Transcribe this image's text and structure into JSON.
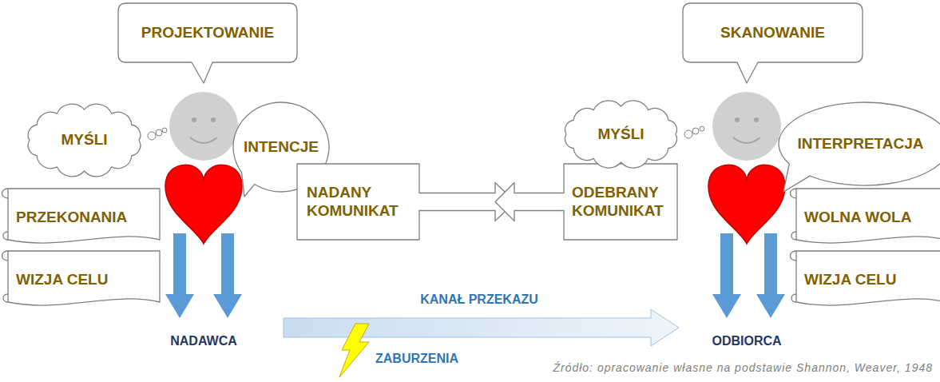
{
  "diagram": {
    "caption": "Źródło: opracowanie własne na podstawie Shannon, Weaver, 1948",
    "nodes": [
      {
        "text": [
          "PROJEKTOWANIE"
        ]
      },
      {
        "text": [
          "MYŚLI"
        ]
      },
      {
        "text": [
          "INTENCJE"
        ]
      },
      {
        "text": [
          "PRZEKONANIA"
        ]
      },
      {
        "text": [
          "WIZJA CELU"
        ]
      },
      {
        "text": [
          "NADANY KOMUNIKAT"
        ]
      },
      {
        "text": [
          "ODEBRANY KOMUNIKAT"
        ]
      },
      {
        "text": [
          "SKANOWANIE"
        ]
      },
      {
        "text": [
          "MYŚLI"
        ]
      },
      {
        "text": [
          "INTERPRETACJA"
        ]
      },
      {
        "text": [
          "WOLNA WOLA"
        ]
      },
      {
        "text": [
          "WIZJA CELU"
        ]
      }
    ],
    "labels": [
      "KANAŁ PRZEKAZU",
      "ZABURZENIA",
      "NADAWCA",
      "ODBIORCA"
    ]
  }
}
